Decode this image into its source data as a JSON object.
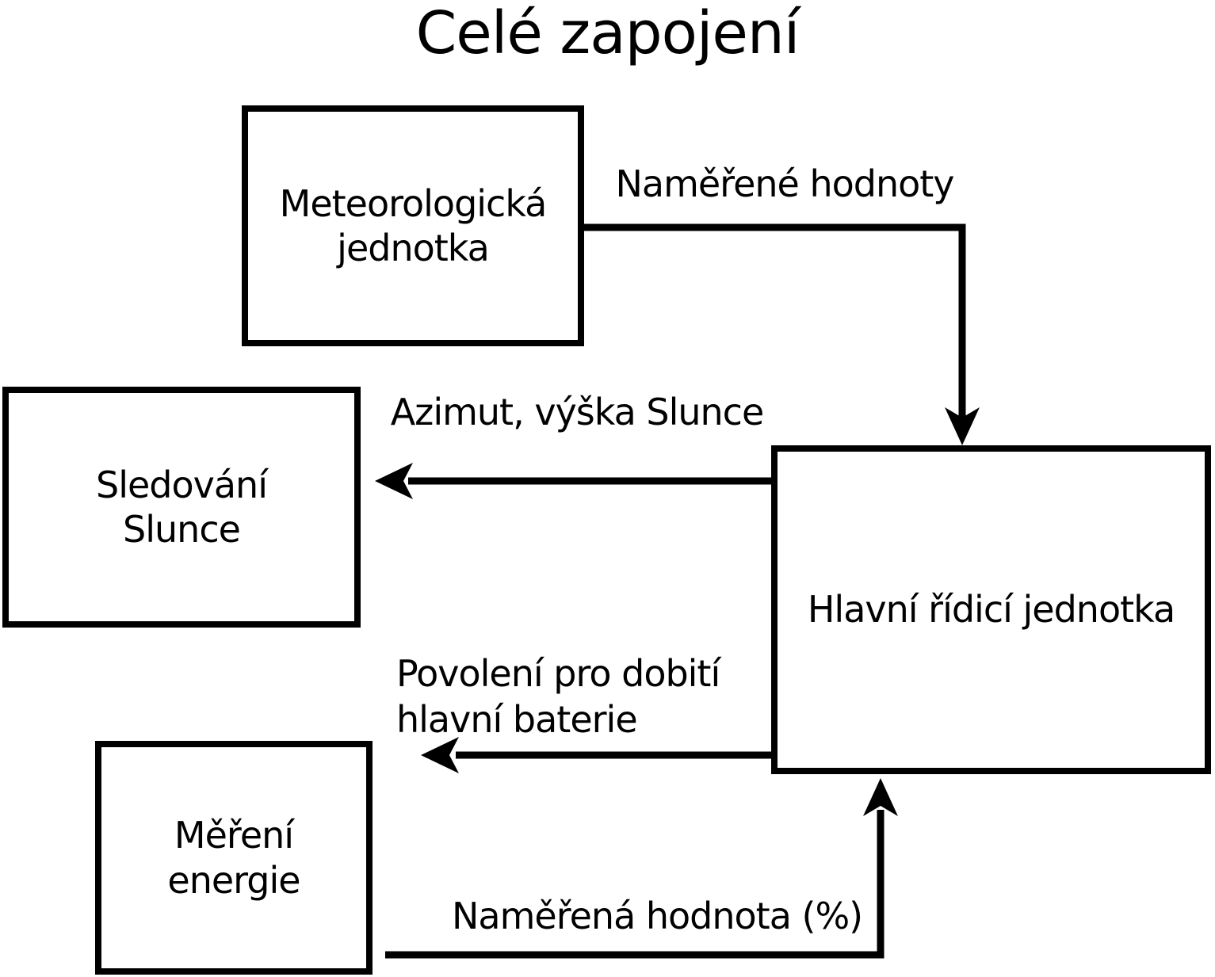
{
  "title": "Celé zapojení",
  "colors": {
    "ink": "#000000",
    "paper": "#ffffff"
  },
  "nodes": {
    "meteorologicka_jednotka": {
      "lines": [
        "Meteorologická",
        "jednotka"
      ]
    },
    "sledovani_slunce": {
      "lines": [
        "Sledování",
        "Slunce"
      ]
    },
    "mereni_energie": {
      "lines": [
        "Měření",
        "energie"
      ]
    },
    "hlavni_ridici_jednotka": {
      "lines": [
        "Hlavní řídicí jednotka"
      ]
    }
  },
  "edges": {
    "namerene_hodnoty": {
      "label": "Naměřené hodnoty",
      "from": "Meteorologická jednotka",
      "to": "Hlavní řídicí jednotka"
    },
    "azimut_vyska_slunce": {
      "label": "Azimut, výška Slunce",
      "from": "Hlavní řídicí jednotka",
      "to": "Sledování Slunce"
    },
    "povoleni_pro_dobiti": {
      "lines": [
        "Povolení pro dobití",
        "hlavní baterie"
      ],
      "from": "Hlavní řídicí jednotka",
      "to": "left"
    },
    "namerena_hodnota": {
      "label": "Naměřená hodnota (%)",
      "from": "Měření energie",
      "to": "Hlavní řídicí jednotka"
    }
  }
}
